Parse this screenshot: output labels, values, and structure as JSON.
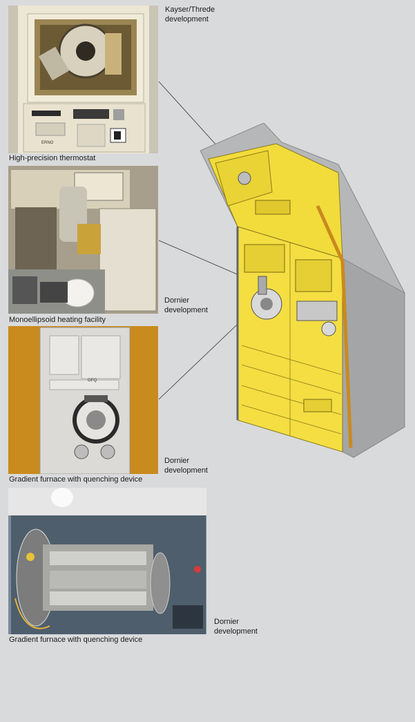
{
  "captions": {
    "photo1": "High-precision thermostat",
    "photo2": "Monoellipsoid heating facility",
    "photo3": "Gradient furnace with quenching device",
    "photo4": "Gradient furnace with quenching device"
  },
  "callouts": {
    "kayser": {
      "line1": "Kayser/Threde",
      "line2": "development"
    },
    "dornier1": {
      "line1": "Dornier",
      "line2": "development"
    },
    "dornier2": {
      "line1": "Dornier",
      "line2": "development"
    },
    "dornier3": {
      "line1": "Dornier",
      "line2": "development"
    }
  },
  "photo_labels": {
    "thermostat_brand": "ERNO",
    "furnace_tag": "GFQ"
  },
  "colors": {
    "background": "#d9dadc",
    "rack_yellow": "#f2dc3c",
    "rack_grey": "#a8a9ab",
    "furnace_orange": "#c98a1e"
  }
}
